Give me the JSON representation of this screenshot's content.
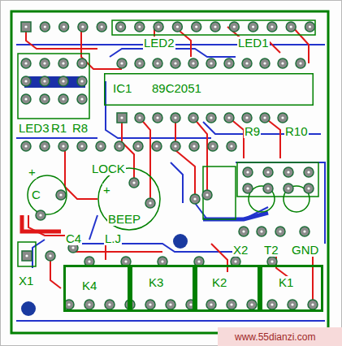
{
  "diagram": {
    "nodes": [
      {
        "text": [
          "IC1",
          "89C2051"
        ]
      },
      {
        "text": [
          "BEEP"
        ]
      },
      {
        "text": [
          "K4"
        ]
      },
      {
        "text": [
          "K3"
        ]
      },
      {
        "text": [
          "K2"
        ]
      },
      {
        "text": [
          "K1"
        ]
      }
    ],
    "labels": [
      "LED2",
      "LED1",
      "LED3",
      "R1",
      "R8",
      "R9",
      "R10",
      "LOCK",
      "+",
      "C",
      "+",
      "C4",
      "L.J",
      "X1",
      "X2",
      "T2",
      "GND",
      "www.55dianzi.com"
    ]
  }
}
